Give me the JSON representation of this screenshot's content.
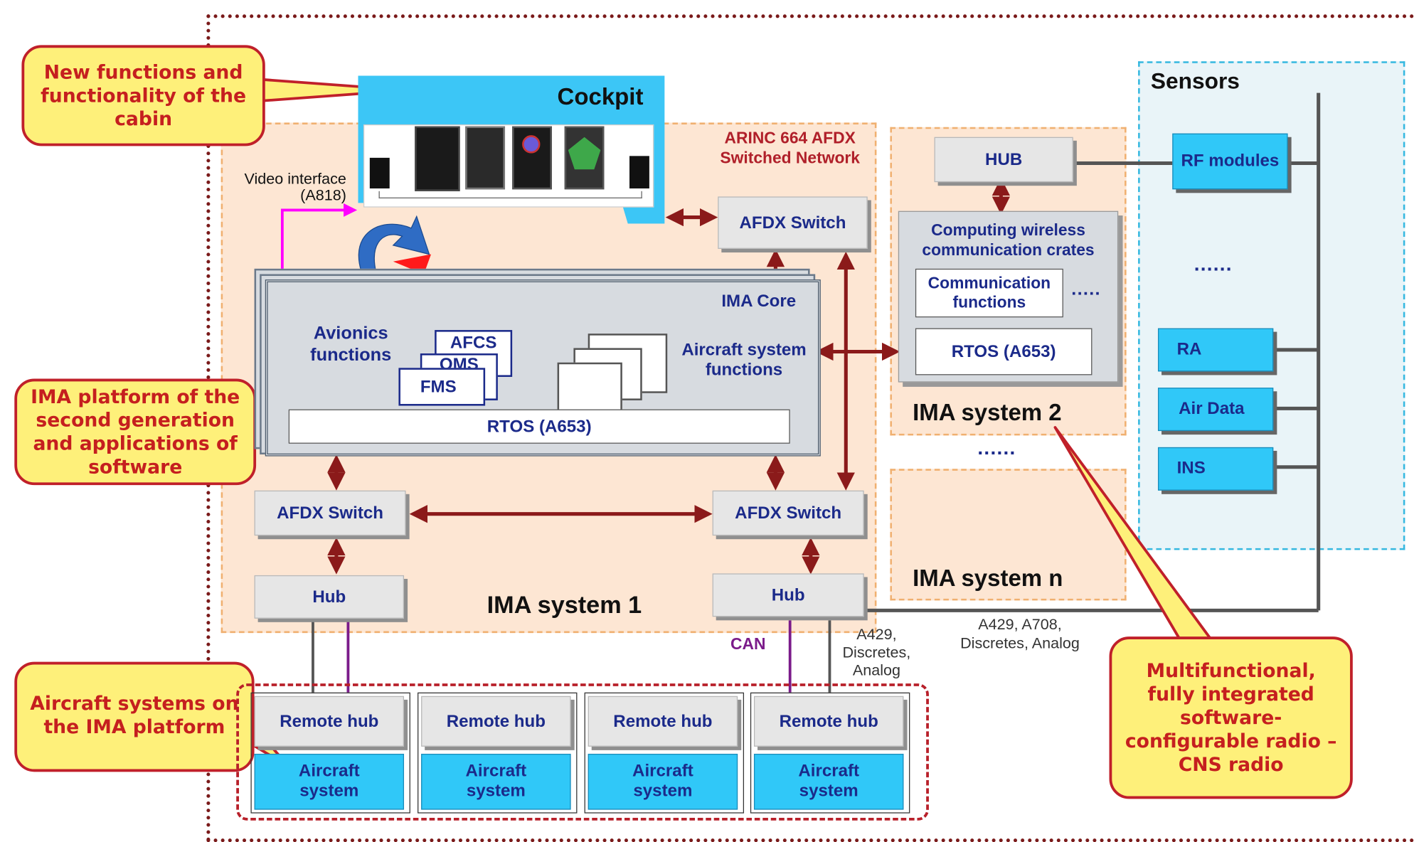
{
  "callouts": {
    "cabin": "New functions and functionality of the cabin",
    "ima_platform": "IMA platform of the second generation and applications of software",
    "aircraft_systems": "Aircraft systems on the IMA platform",
    "cns_radio": "Multifunctional, fully integrated software-configurable radio – CNS radio"
  },
  "cockpit": {
    "title": "Cockpit"
  },
  "video_interface": {
    "line1": "Video interface",
    "line2": "(A818)"
  },
  "network": {
    "line1": "ARINC 664  AFDX",
    "line2": "Switched Network"
  },
  "switches": {
    "top": "AFDX Switch",
    "left": "AFDX Switch",
    "right": "AFDX Switch"
  },
  "ima_core": {
    "title": "IMA Core",
    "avionics_line1": "Avionics",
    "avionics_line2": "functions",
    "afcs": "AFCS",
    "oms": "OMS",
    "fms": "FMS",
    "aircraft_functions_line1": "Aircraft system",
    "aircraft_functions_line2": "functions",
    "rtos": "RTOS (A653)"
  },
  "hubs": {
    "left": "Hub",
    "right": "Hub"
  },
  "ima_system_1": "IMA system 1",
  "ima_system_2": {
    "hub": "HUB",
    "crates_line1": "Computing wireless",
    "crates_line2": "communication crates",
    "comm_line1": "Communication",
    "comm_line2": "functions",
    "comm_dots": ".....",
    "rtos": "RTOS (A653)",
    "label": "IMA system 2"
  },
  "mid_dots": "......",
  "ima_system_n": "IMA system n",
  "sensors": {
    "title": "Sensors",
    "rf": "RF modules",
    "dots": "......",
    "ra": "RA",
    "air_data": "Air Data",
    "ins": "INS"
  },
  "bus_labels": {
    "can": "CAN",
    "a429_line1": "A429,",
    "a429_line2": "Discretes,",
    "a429_line3": "Analog",
    "sensor_bus_line1": "A429,  A708,",
    "sensor_bus_line2": "Discretes, Analog"
  },
  "remote": [
    {
      "hub": "Remote hub",
      "sys_line1": "Aircraft",
      "sys_line2": "system"
    },
    {
      "hub": "Remote hub",
      "sys_line1": "Aircraft",
      "sys_line2": "system"
    },
    {
      "hub": "Remote hub",
      "sys_line1": "Aircraft",
      "sys_line2": "system"
    },
    {
      "hub": "Remote hub",
      "sys_line1": "Aircraft",
      "sys_line2": "system"
    }
  ],
  "colors": {
    "callout_fill": "#fef07a",
    "callout_border": "#c0202a",
    "accent_cyan": "#30c8f8",
    "arrow": "#8b1a1a",
    "video_line": "#ff00ff",
    "can_line": "#7b1b8a"
  }
}
